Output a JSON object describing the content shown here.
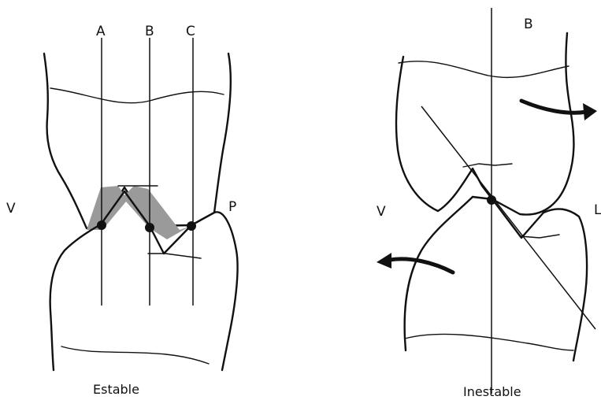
{
  "left_panel": {
    "axis_labels": [
      "A",
      "B",
      "C"
    ],
    "side_labels": {
      "left": "V",
      "right": "P"
    },
    "caption": "Estable"
  },
  "right_panel": {
    "axis_label": "B",
    "side_labels": {
      "left": "V",
      "right": "L"
    },
    "caption": "Inestable"
  },
  "colors": {
    "ink": "#111111",
    "contact_shade": "#9a9a9a"
  }
}
